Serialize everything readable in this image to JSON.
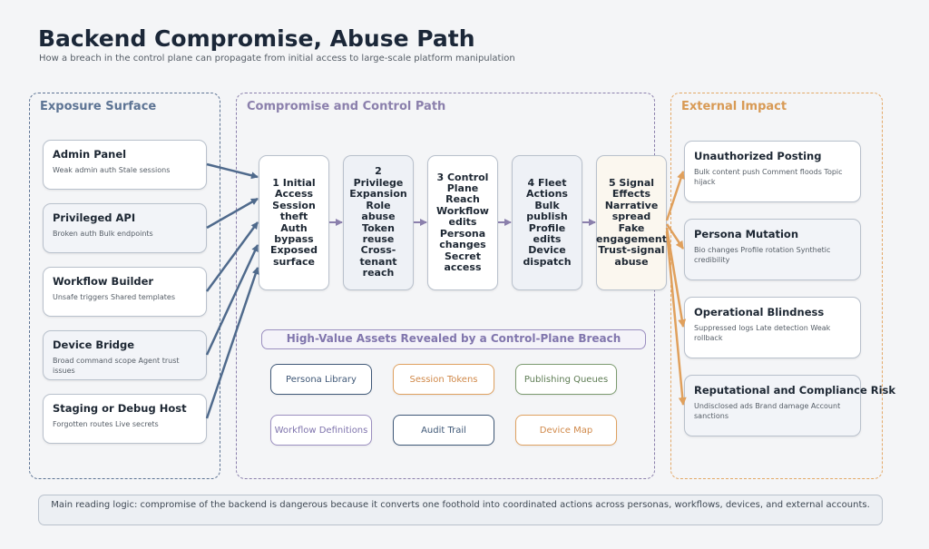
{
  "header": {
    "title": "Backend Compromise, Abuse Path",
    "subtitle": "How a breach in the control plane can propagate from initial access to large-scale platform manipulation"
  },
  "panels": {
    "exposure": "Exposure Surface",
    "compromise": "Compromise and Control Path",
    "impact": "External Impact"
  },
  "exposure_items": [
    {
      "title": "Admin Panel",
      "desc": "Weak admin auth Stale sessions"
    },
    {
      "title": "Privileged API",
      "desc": "Broken auth Bulk endpoints"
    },
    {
      "title": "Workflow Builder",
      "desc": "Unsafe triggers Shared templates"
    },
    {
      "title": "Device Bridge",
      "desc": "Broad command scope Agent trust issues"
    },
    {
      "title": "Staging or Debug Host",
      "desc": "Forgotten routes Live secrets"
    }
  ],
  "steps": [
    {
      "lines": [
        "1 Initial",
        "Access",
        "Session",
        "theft",
        "Auth",
        "bypass",
        "Exposed",
        "surface"
      ]
    },
    {
      "lines": [
        "2",
        "Privilege",
        "Expansion",
        "Role",
        "abuse",
        "Token",
        "reuse",
        "Cross-tenant",
        "reach"
      ]
    },
    {
      "lines": [
        "3 Control",
        "Plane",
        "Reach",
        "Workflow",
        "edits",
        "Persona",
        "changes",
        "Secret",
        "access"
      ]
    },
    {
      "lines": [
        "4 Fleet",
        "Actions",
        "Bulk",
        "publish",
        "Profile",
        "edits",
        "Device",
        "dispatch"
      ]
    },
    {
      "lines": [
        "5 Signal",
        "Effects",
        "Narrative",
        "spread",
        "Fake",
        "engagement",
        "Trust-signal",
        "abuse"
      ]
    }
  ],
  "assets": {
    "title": "High-Value Assets Revealed by a Control-Plane Breach",
    "items": [
      "Persona Library",
      "Session Tokens",
      "Publishing Queues",
      "Workflow Definitions",
      "Audit Trail",
      "Device Map"
    ],
    "colors": [
      "#3f5877",
      "#dfa160",
      "#7b9a6f",
      "#9b8fc0",
      "#3f5877",
      "#dfa160"
    ]
  },
  "impact_items": [
    {
      "title": "Unauthorized Posting",
      "desc": "Bulk content push Comment floods Topic hijack"
    },
    {
      "title": "Persona Mutation",
      "desc": "Bio changes Profile rotation Synthetic credibility"
    },
    {
      "title": "Operational Blindness",
      "desc": "Suppressed logs Late detection Weak rollback"
    },
    {
      "title": "Reputational and Compliance Risk",
      "desc": "Undisclosed ads Brand damage Account sanctions"
    }
  ],
  "footer": "Main reading logic: compromise of the backend is dangerous because it converts one foothold into coordinated actions across personas, workflows, devices, and external accounts.",
  "colors": {
    "exposure": "#5d7494",
    "compromise": "#8b80ac",
    "impact": "#e3a866",
    "exposure_arrow": "#4f6a8c",
    "impact_arrow": "#e0a05c"
  }
}
